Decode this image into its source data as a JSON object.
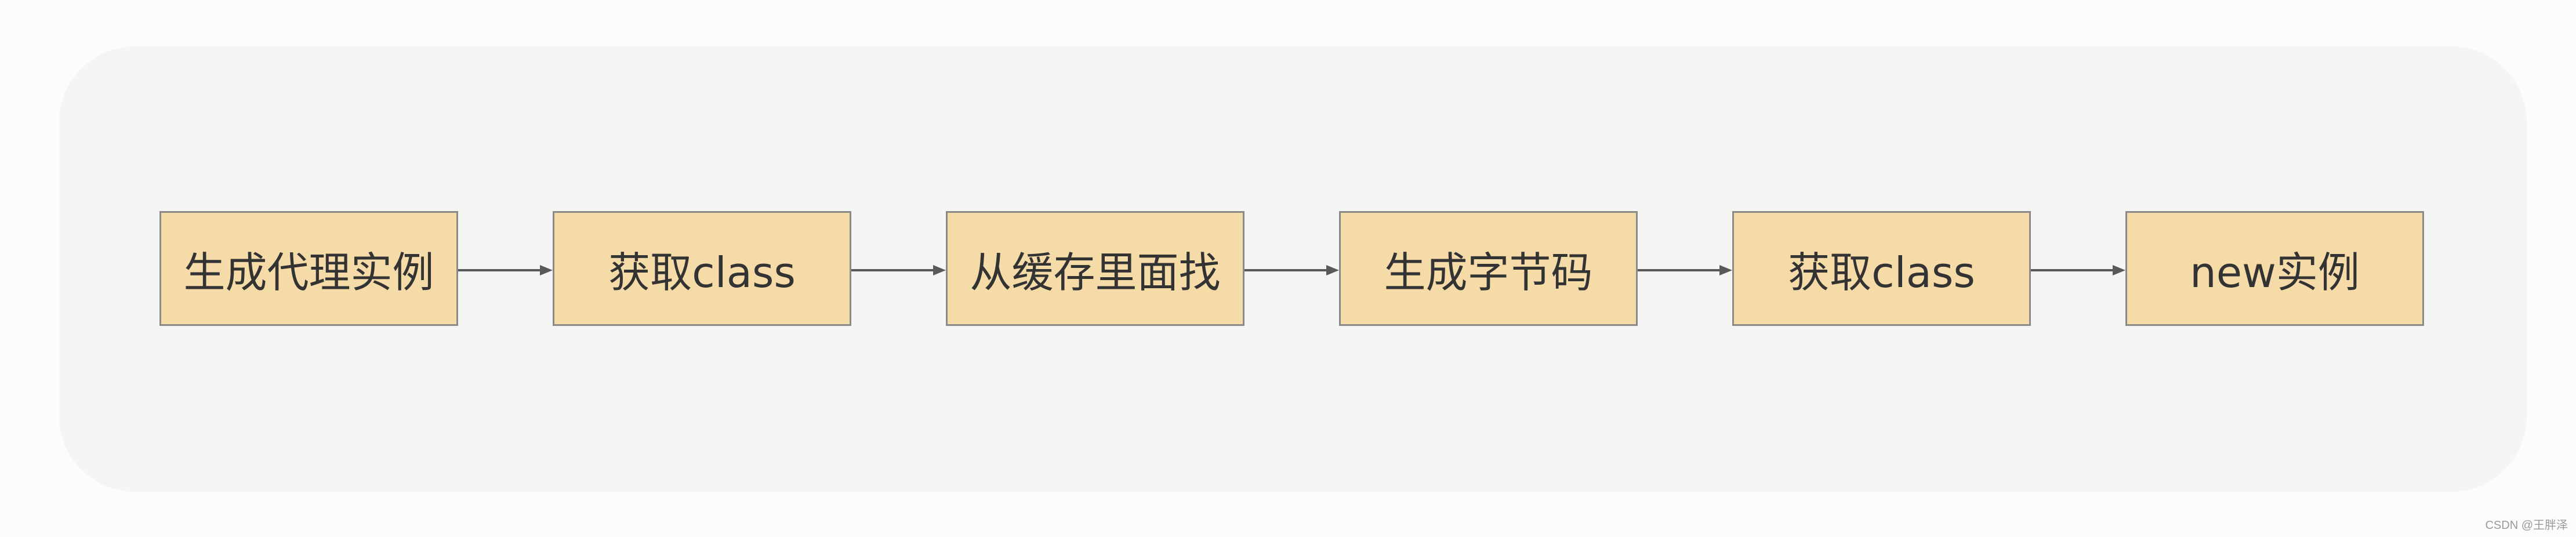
{
  "diagram": {
    "steps": [
      {
        "label": "生成代理实例"
      },
      {
        "label": "获取class"
      },
      {
        "label": "从缓存里面找"
      },
      {
        "label": "生成字节码"
      },
      {
        "label": "获取class"
      },
      {
        "label": "new实例"
      }
    ]
  },
  "colors": {
    "box_fill": "#f4dba8",
    "box_border": "#8a8a8a",
    "arrow": "#595959",
    "panel": "#f5f5f4"
  },
  "watermark": "CSDN @王胖泽"
}
